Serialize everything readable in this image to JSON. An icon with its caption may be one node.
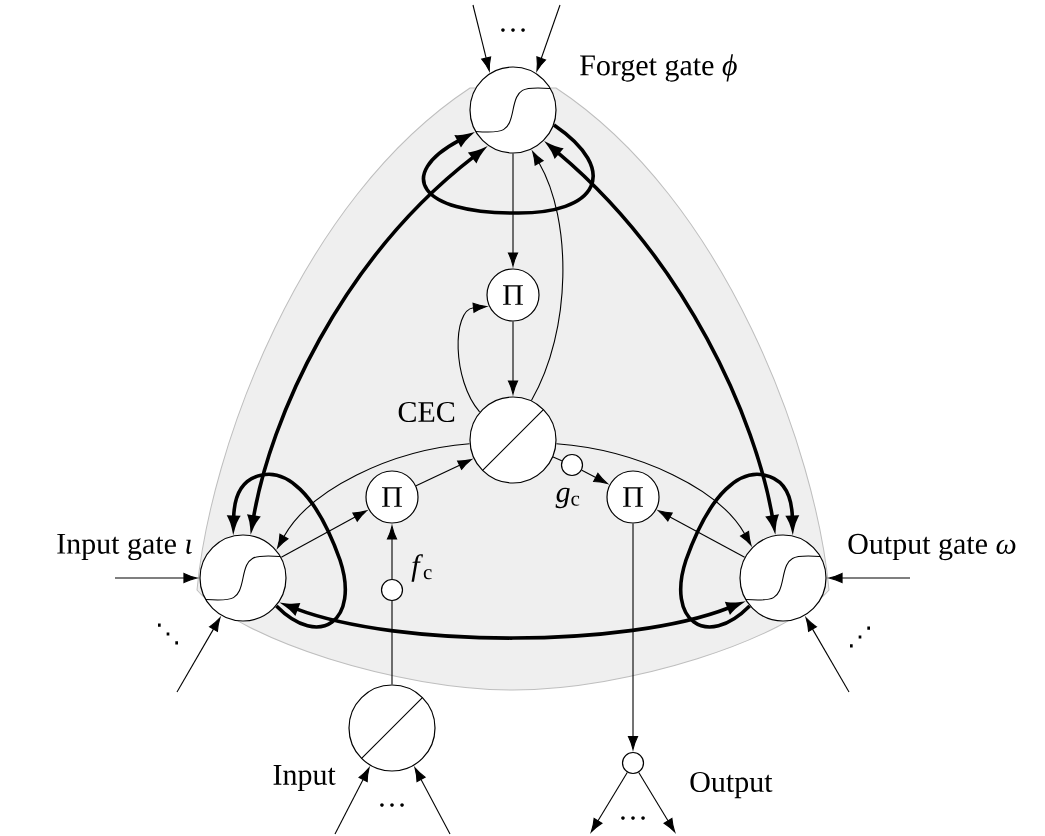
{
  "diagram": {
    "nodes": [
      {
        "text": [
          "Forget gate *ϕ*"
        ]
      },
      {
        "text": [
          "Π"
        ]
      },
      {
        "text": [
          "CEC"
        ]
      },
      {
        "text": [
          "Π"
        ]
      },
      {
        "text": [
          "*g*$_{c}$"
        ]
      },
      {
        "text": [
          "Π"
        ]
      },
      {
        "text": [
          "Input gate *ι*"
        ]
      },
      {
        "text": [
          "*f*$_{c}$"
        ]
      },
      {
        "text": [
          "Output gate *ω*"
        ]
      },
      {
        "text": [
          "Input"
        ]
      },
      {
        "text": [
          "Output"
        ]
      }
    ],
    "edges": [
      {
        "from": null,
        "to": 0,
        "arrow": "to"
      },
      {
        "from": null,
        "to": 0,
        "arrow": "to"
      },
      {
        "from": 0,
        "to": 1,
        "arrow": "to"
      },
      {
        "from": 1,
        "to": 2,
        "arrow": "to"
      },
      {
        "from": 2,
        "to": 1,
        "arrow": "to"
      },
      {
        "from": 2,
        "to": 0,
        "arrow": "to"
      },
      {
        "from": 6,
        "to": 3,
        "arrow": "to"
      },
      {
        "from": 3,
        "to": 2,
        "arrow": "to"
      },
      {
        "from": 2,
        "to": 6,
        "arrow": "to"
      },
      {
        "from": 9,
        "to": 7,
        "arrow": "none"
      },
      {
        "from": 7,
        "to": 3,
        "arrow": "to"
      },
      {
        "from": 2,
        "to": 4,
        "arrow": "none"
      },
      {
        "from": 4,
        "to": 5,
        "arrow": "to"
      },
      {
        "from": 8,
        "to": 5,
        "arrow": "to"
      },
      {
        "from": 2,
        "to": 8,
        "arrow": "to"
      },
      {
        "from": 5,
        "to": 10,
        "arrow": "to"
      },
      {
        "from": 0,
        "to": 0,
        "arrow": "to",
        "style": "thick"
      },
      {
        "from": 6,
        "to": 6,
        "arrow": "to",
        "style": "thick"
      },
      {
        "from": 8,
        "to": 8,
        "arrow": "to",
        "style": "thick"
      },
      {
        "from": 0,
        "to": 6,
        "arrow": "both",
        "style": "thick"
      },
      {
        "from": 0,
        "to": 8,
        "arrow": "both",
        "style": "thick"
      },
      {
        "from": 6,
        "to": 8,
        "arrow": "both",
        "style": "thick"
      },
      {
        "from": null,
        "to": 6,
        "arrow": "to"
      },
      {
        "from": null,
        "to": 6,
        "arrow": "to"
      },
      {
        "from": null,
        "to": 8,
        "arrow": "to"
      },
      {
        "from": null,
        "to": 8,
        "arrow": "to"
      },
      {
        "from": null,
        "to": 9,
        "arrow": "to"
      },
      {
        "from": null,
        "to": 9,
        "arrow": "to"
      },
      {
        "from": 10,
        "to": null,
        "arrow": "to"
      },
      {
        "from": 10,
        "to": null,
        "arrow": "to"
      }
    ],
    "labels": [
      "…",
      "⋱",
      "⋰",
      "…",
      "…"
    ]
  }
}
